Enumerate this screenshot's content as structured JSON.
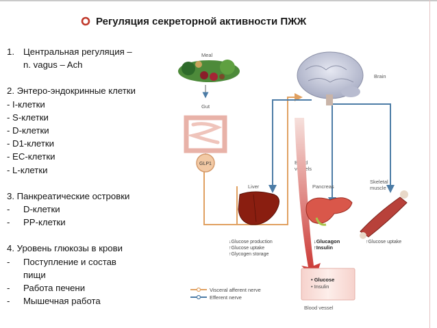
{
  "title": "Регуляция секреторной активности ПЖЖ",
  "colors": {
    "accent": "#cc2222",
    "orange_nerve": "#e0a060",
    "blue_nerve": "#4c7ca6",
    "bullet": "#c0392b"
  },
  "sections": {
    "s1": {
      "marker": "1.",
      "line1": "Центральная регуляция –",
      "line2": "n. vagus – Ach"
    },
    "s2": {
      "heading": "2. Энтеро-эндокринные клетки",
      "items": [
        "- I-клетки",
        "- S-клетки",
        "- D-клетки",
        "- D1-клетки",
        "- EC-клетки",
        "- L-клетки"
      ]
    },
    "s3": {
      "heading": "3. Панкреатические островки",
      "items": [
        {
          "marker": "-",
          "text": "D-клетки"
        },
        {
          "marker": "-",
          "text": "PP-клетки"
        }
      ]
    },
    "s4": {
      "heading": "4.  Уровень глюкозы в крови",
      "items": [
        {
          "marker": "-",
          "text": "Поступление и состав",
          "cont": "пищи"
        },
        {
          "marker": "-",
          "text": "Работа печени"
        },
        {
          "marker": "-",
          "text": "Мышечная работа"
        }
      ]
    }
  },
  "diagram": {
    "meal": "Meal",
    "gut": "Gut",
    "brain": "Brain",
    "glp1": "GLP1",
    "blood_vessels_1": "Blood",
    "blood_vessels_2": "vessels",
    "liver": "Liver",
    "pancreas": "Pancreas",
    "skeletal_1": "Skeletal",
    "skeletal_2": "muscle",
    "liver_effects": [
      "↓Glucose production",
      "↑Glucose uptake",
      "↑Glycogen storage"
    ],
    "pancreas_effects": [
      "↓Glucagon",
      "↑Insulin"
    ],
    "muscle_effect": "↑Glucose uptake",
    "vessel_items": [
      "• Glucose",
      "• Insulin"
    ],
    "blood_vessel": "Blood vessel",
    "legend": [
      "Visceral afferent nerve",
      "Efferent nerve"
    ]
  }
}
